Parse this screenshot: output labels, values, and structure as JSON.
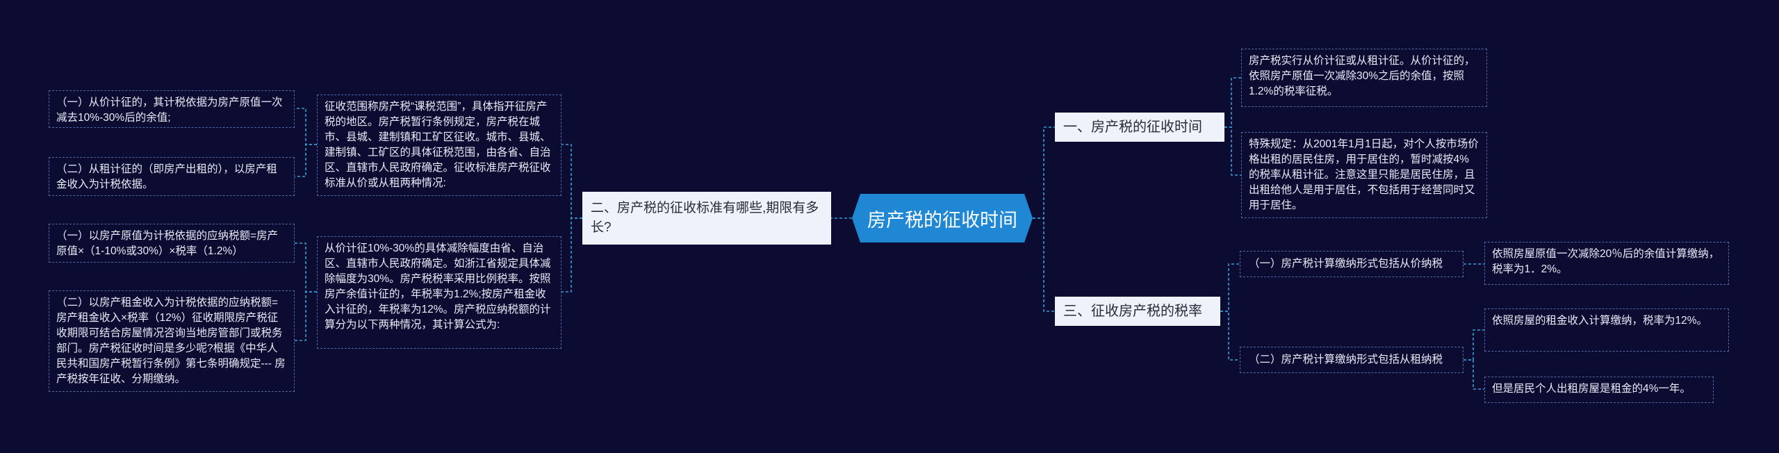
{
  "root": {
    "label": "房产税的征收时间"
  },
  "left": {
    "branch": {
      "label": "二、房产税的征收标准有哪些,期限有多长?"
    },
    "mid_nodes": [
      {
        "text": "征收范围称房产税“课税范围”，具体指开征房产税的地区。房产税暂行条例规定，房产税在城市、县城、建制镇和工矿区征收。城市、县城、建制镇、工矿区的具体征税范围，由各省、自治区、直辖市人民政府确定。征收标准房产税征收标准从价或从租两种情况:"
      },
      {
        "text": "从价计征10%-30%的具体减除幅度由省、自治区、直辖市人民政府确定。如浙江省规定具体减除幅度为30%。房产税税率采用比例税率。按照房产余值计征的，年税率为1.2%;按房产租金收入计征的，年税率为12%。房产税应纳税额的计算分为以下两种情况，其计算公式为:"
      }
    ],
    "outer_nodes": [
      {
        "text": "（一）从价计征的，其计税依据为房产原值一次减去10%-30%后的余值;"
      },
      {
        "text": "（二）从租计征的（即房产出租的），以房产租金收入为计税依据。"
      },
      {
        "text": "（一）以房产原值为计税依据的应纳税额=房产原值×（1-10%或30%）×税率（1.2%）"
      },
      {
        "text": "（二）以房产租金收入为计税依据的应纳税额=房产租金收入×税率（12%）征收期限房产税征收期限可结合房屋情况咨询当地房管部门或税务部门。房产税征收时间是多少呢?根据《中华人民共和国房产税暂行条例》第七条明确规定---  房产税按年征收、分期缴纳。"
      }
    ]
  },
  "right": {
    "branch1": {
      "label": "一、房产税的征收时间"
    },
    "branch1_leaves": [
      {
        "text": "房产税实行从价计征或从租计征。从价计征的，依照房产原值一次减除30%之后的余值，按照1.2%的税率征税。"
      },
      {
        "text": "特殊规定：从2001年1月1日起，对个人按市场价格出租的居民住房，用于居住的，暂时减按4%的税率从租计征。注意这里只能是居民住房，且出租给他人是用于居住，不包括用于经营同时又用于居住。"
      }
    ],
    "branch2": {
      "label": "三、征收房产税的税率"
    },
    "branch2_subs": [
      {
        "text": "（一）房产税计算缴纳形式包括从价纳税"
      },
      {
        "text": "（二）房产税计算缴纳形式包括从租纳税"
      }
    ],
    "branch2_leaves": [
      {
        "text": "依照房屋原值一次减除20％后的余值计算缴纳，税率为1．2%。"
      },
      {
        "text": "依照房屋的租金收入计算缴纳，税率为12%。"
      },
      {
        "text": "但是居民个人出租房屋是租金的4%一年。"
      }
    ]
  },
  "colors": {
    "background": "#0c0b31",
    "root": "#1f87d3",
    "link": "#2f9fd8",
    "leaf_border": "#4d69a6"
  }
}
